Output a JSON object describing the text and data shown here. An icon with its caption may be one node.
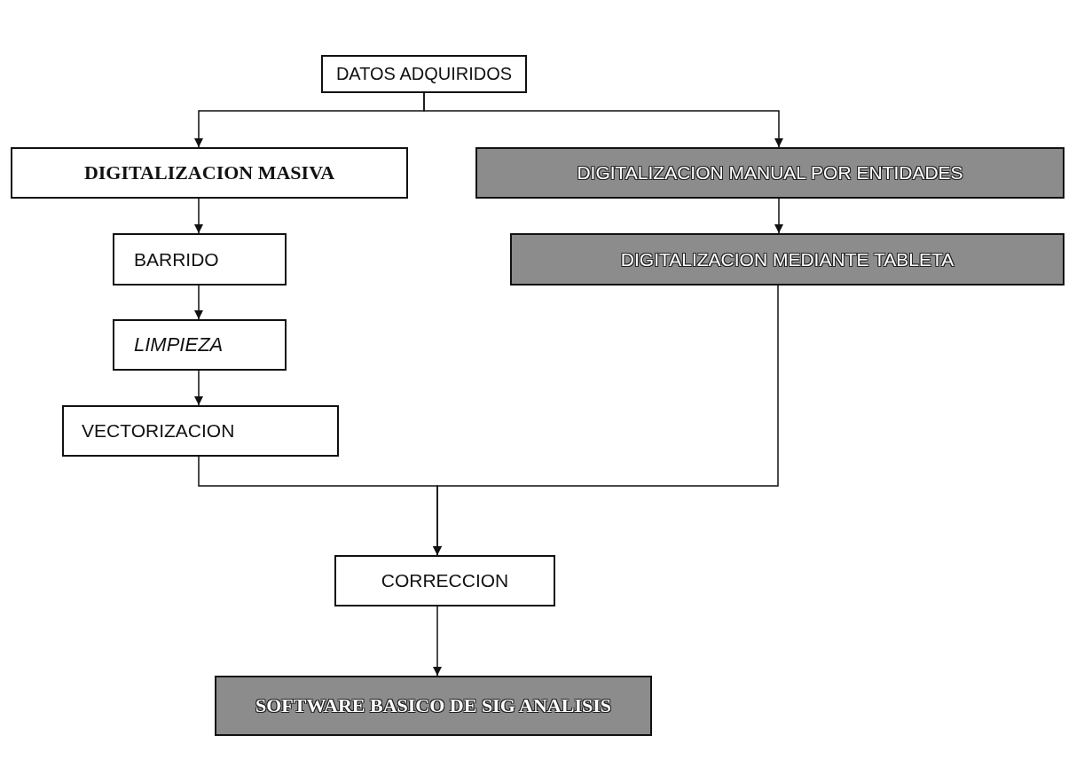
{
  "diagram": {
    "nodes": [
      {
        "text": [
          "DATOS ADQUIRIDOS"
        ]
      },
      {
        "text": [
          "DIGITALIZACION MASIVA"
        ]
      },
      {
        "text": [
          "DIGITALIZACION MANUAL POR ENTIDADES"
        ]
      },
      {
        "text": [
          "BARRIDO"
        ]
      },
      {
        "text": [
          "LIMPIEZA"
        ]
      },
      {
        "text": [
          "VECTORIZACION"
        ]
      },
      {
        "text": [
          "DIGITALIZACION MEDIANTE TABLETA"
        ]
      },
      {
        "text": [
          "CORRECCION"
        ]
      },
      {
        "text": [
          "SOFTWARE BASICO DE SIG ANALISIS"
        ]
      }
    ],
    "edges": [
      {
        "from": 0,
        "to": 1,
        "arrow": "to"
      },
      {
        "from": 0,
        "to": 2,
        "arrow": "to"
      },
      {
        "from": 1,
        "to": 3,
        "arrow": "to"
      },
      {
        "from": 3,
        "to": 4,
        "arrow": "to"
      },
      {
        "from": 4,
        "to": 5,
        "arrow": "to"
      },
      {
        "from": 2,
        "to": 6,
        "arrow": "to"
      },
      {
        "from": 5,
        "to": 7,
        "arrow": "to"
      },
      {
        "from": 6,
        "to": 7,
        "arrow": "to"
      },
      {
        "from": 7,
        "to": 8,
        "arrow": "to"
      }
    ]
  }
}
